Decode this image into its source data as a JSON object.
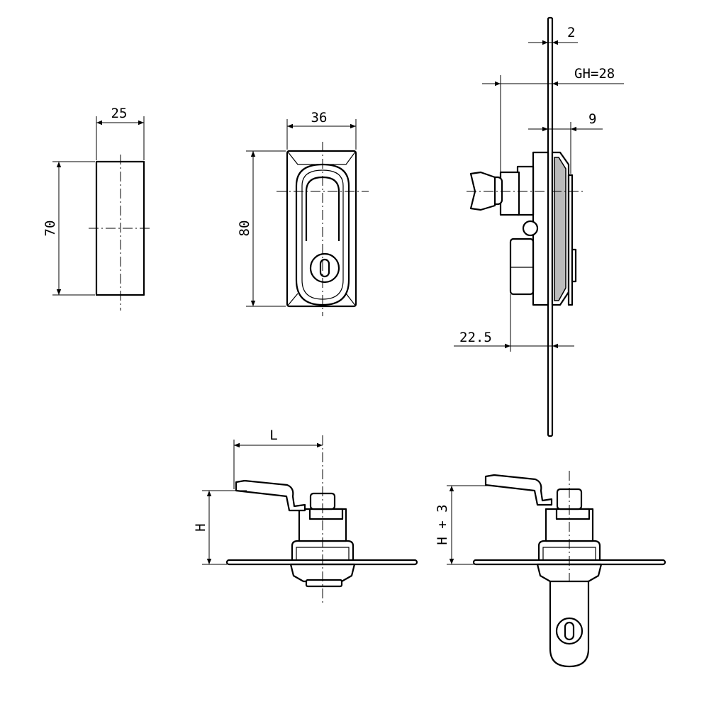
{
  "dimensions": {
    "front_blank_width": "25",
    "front_blank_height": "70",
    "front_handle_width": "36",
    "front_handle_height": "80",
    "panel_thickness": "2",
    "grip_height": "GH=28",
    "bezel_depth": "9",
    "cylinder_offset": "22.5",
    "lever_length": "L",
    "lever_height": "H",
    "lever_height_plus": "H + 3"
  },
  "colors": {
    "line": "#000000",
    "background": "#ffffff"
  }
}
